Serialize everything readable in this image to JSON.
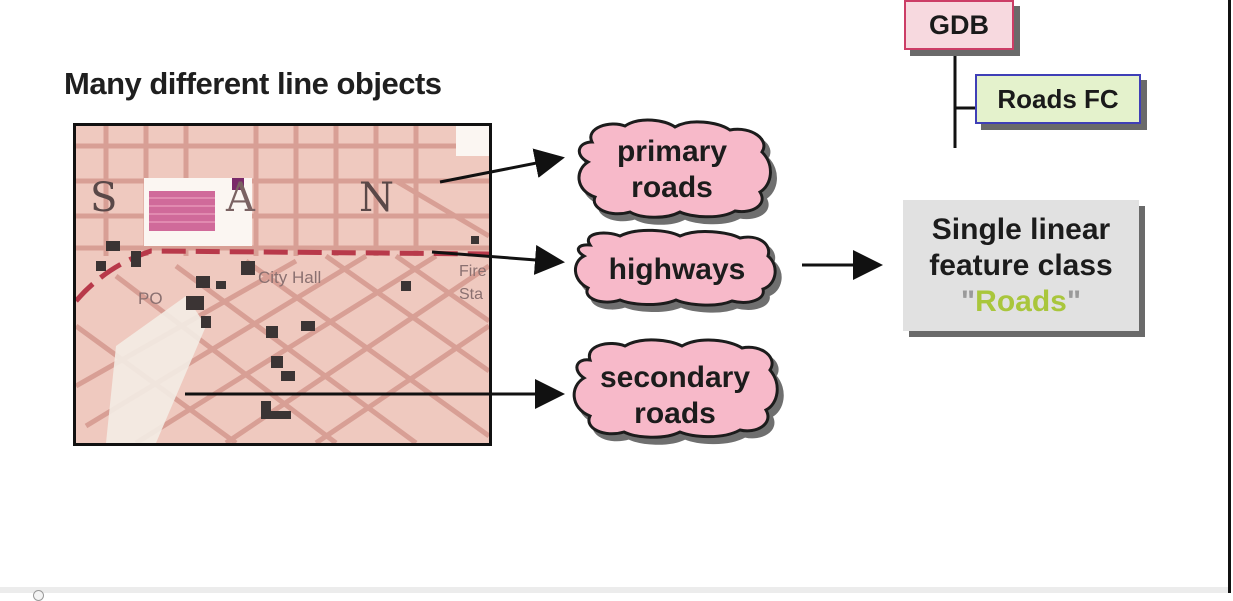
{
  "heading": "Many different line objects",
  "map": {
    "labels": [
      "S",
      "A",
      "N",
      "City Hall",
      "PO",
      "Fire",
      "Sta"
    ]
  },
  "clouds": {
    "primary": [
      "primary",
      "roads"
    ],
    "highways": [
      "highways"
    ],
    "secondary": [
      "secondary",
      "roads"
    ]
  },
  "gdb": "GDB",
  "roads_fc": "Roads FC",
  "single_box": {
    "line1": "Single linear",
    "line2": "feature class",
    "open_quote": "\"",
    "accent_word": "Roads",
    "close_quote": "\""
  },
  "colors": {
    "map_bg": "#efc9bf",
    "cloud_fill": "#f7b9c9",
    "gdb_border": "#cc3d66",
    "roadsfc_border": "#3f3fb7",
    "accent": "#a9c63c",
    "box_bg": "#e1e1e1"
  }
}
